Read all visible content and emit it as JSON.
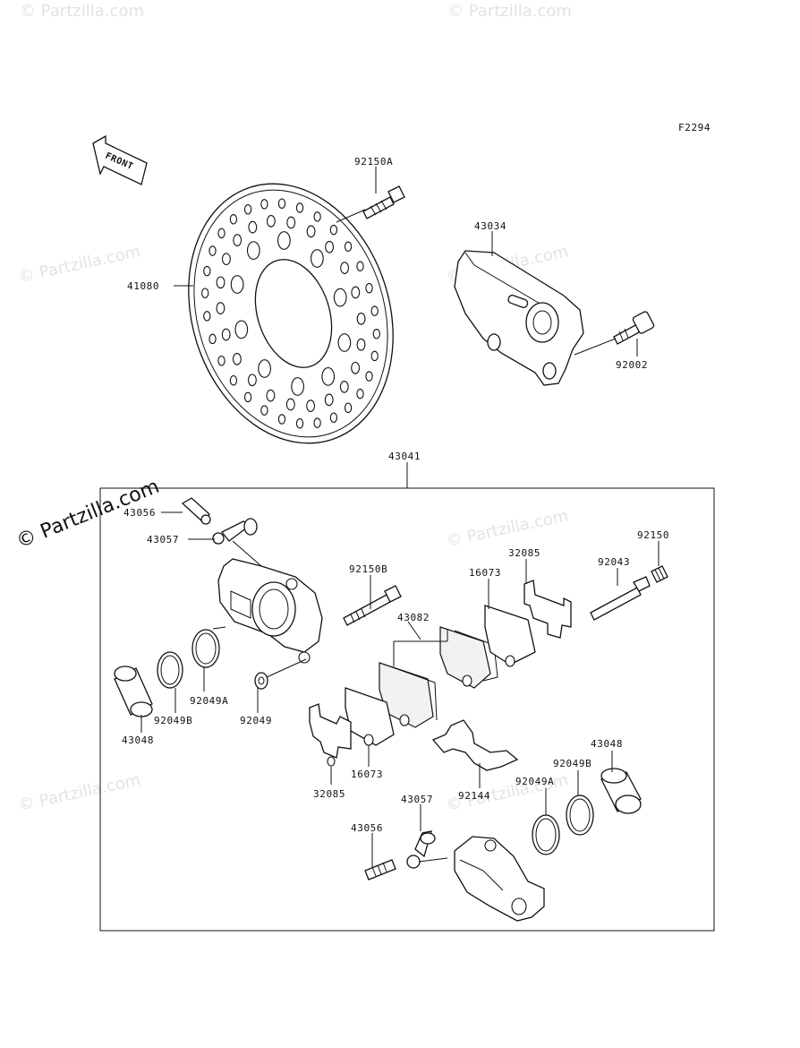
{
  "diagram": {
    "figure_code": "F2294",
    "front_label": "FRONT",
    "watermark_text": "© Partzilla.com",
    "callouts": [
      {
        "id": "c41080",
        "text": "41080"
      },
      {
        "id": "c92150A",
        "text": "92150A"
      },
      {
        "id": "c43034",
        "text": "43034"
      },
      {
        "id": "c92002",
        "text": "92002"
      },
      {
        "id": "c43041",
        "text": "43041"
      },
      {
        "id": "c43056a",
        "text": "43056"
      },
      {
        "id": "c43057a",
        "text": "43057"
      },
      {
        "id": "c92150B",
        "text": "92150B"
      },
      {
        "id": "c43082",
        "text": "43082"
      },
      {
        "id": "c16073a",
        "text": "16073"
      },
      {
        "id": "c32085a",
        "text": "32085"
      },
      {
        "id": "c92043",
        "text": "92043"
      },
      {
        "id": "c92150",
        "text": "92150"
      },
      {
        "id": "c92049A1",
        "text": "92049A"
      },
      {
        "id": "c92049B1",
        "text": "92049B"
      },
      {
        "id": "c43048a",
        "text": "43048"
      },
      {
        "id": "c92049",
        "text": "92049"
      },
      {
        "id": "c16073b",
        "text": "16073"
      },
      {
        "id": "c32085b",
        "text": "32085"
      },
      {
        "id": "c92144",
        "text": "92144"
      },
      {
        "id": "c43057b",
        "text": "43057"
      },
      {
        "id": "c43056b",
        "text": "43056"
      },
      {
        "id": "c92049A2",
        "text": "92049A"
      },
      {
        "id": "c92049B2",
        "text": "92049B"
      },
      {
        "id": "c43048b",
        "text": "43048"
      }
    ]
  }
}
